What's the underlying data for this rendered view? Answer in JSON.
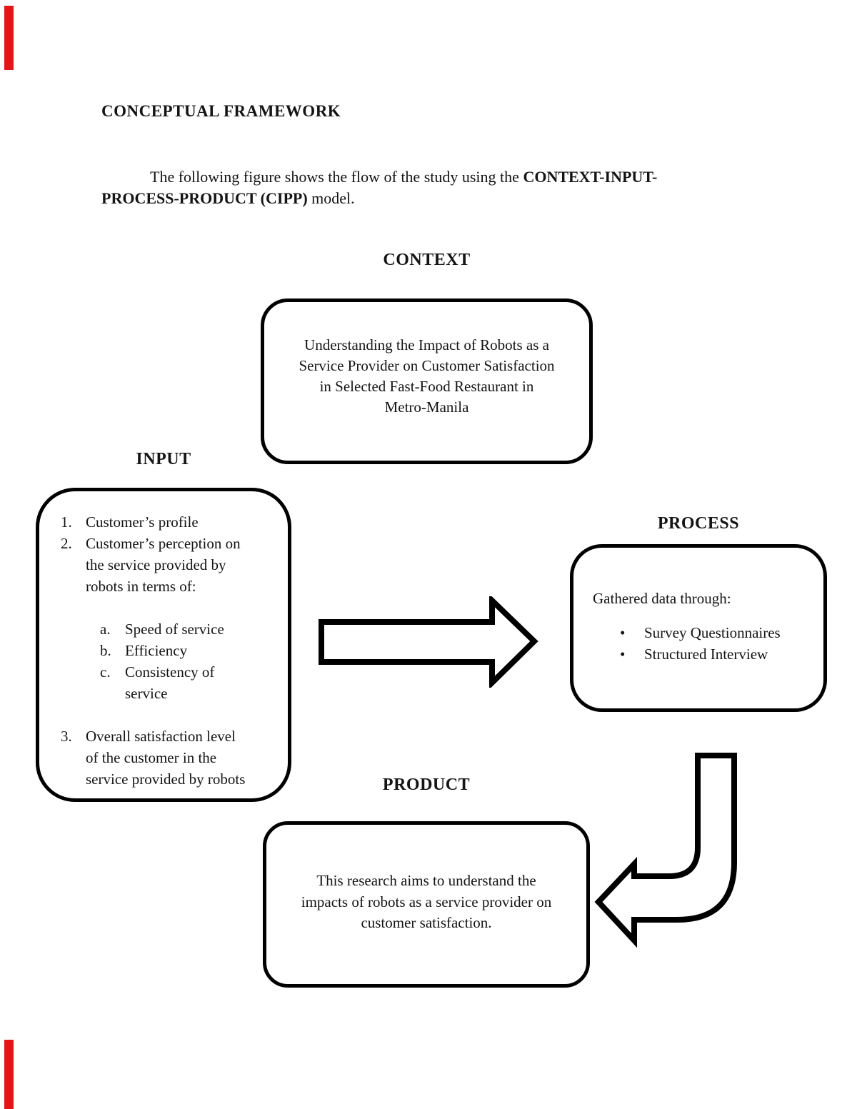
{
  "page": {
    "background": "#ffffff",
    "ink": "#141414",
    "accent_red": "#e31717"
  },
  "title": "CONCEPTUAL FRAMEWORK",
  "intro": {
    "line1_normal": "The following figure shows the flow of the study using the ",
    "line1_bold": "CONTEXT-INPUT-",
    "line2_bold": "PROCESS-PRODUCT (CIPP)",
    "line2_normal": " model."
  },
  "context": {
    "heading": "CONTEXT",
    "lines": [
      "Understanding the Impact of Robots as a",
      "Service Provider on Customer Satisfaction",
      "in Selected Fast-Food Restaurant in",
      "Metro-Manila"
    ]
  },
  "input": {
    "heading": "INPUT",
    "rows": [
      {
        "marker": "1.",
        "text": "Customer’s profile"
      },
      {
        "marker": "2.",
        "text": "Customer’s perception on"
      },
      {
        "marker": "",
        "text": "the service provided by"
      },
      {
        "marker": "",
        "text": "robots in terms of:"
      },
      {
        "marker": "a.",
        "text": "Speed of service"
      },
      {
        "marker": "b.",
        "text": "Efficiency"
      },
      {
        "marker": "c.",
        "text": "Consistency of"
      },
      {
        "marker": "",
        "text": "service"
      },
      {
        "marker": "3.",
        "text": "Overall satisfaction level"
      },
      {
        "marker": "",
        "text": "of the customer in the"
      },
      {
        "marker": "",
        "text": "service provided by robots"
      }
    ]
  },
  "process": {
    "heading": "PROCESS",
    "intro": "Gathered data through:",
    "bullet_glyph": "•",
    "bullets": [
      "Survey Questionnaires",
      "Structured Interview"
    ]
  },
  "product": {
    "heading": "PRODUCT",
    "lines": [
      "This research aims to understand the",
      "impacts of robots as a service provider on",
      "customer satisfaction."
    ]
  }
}
